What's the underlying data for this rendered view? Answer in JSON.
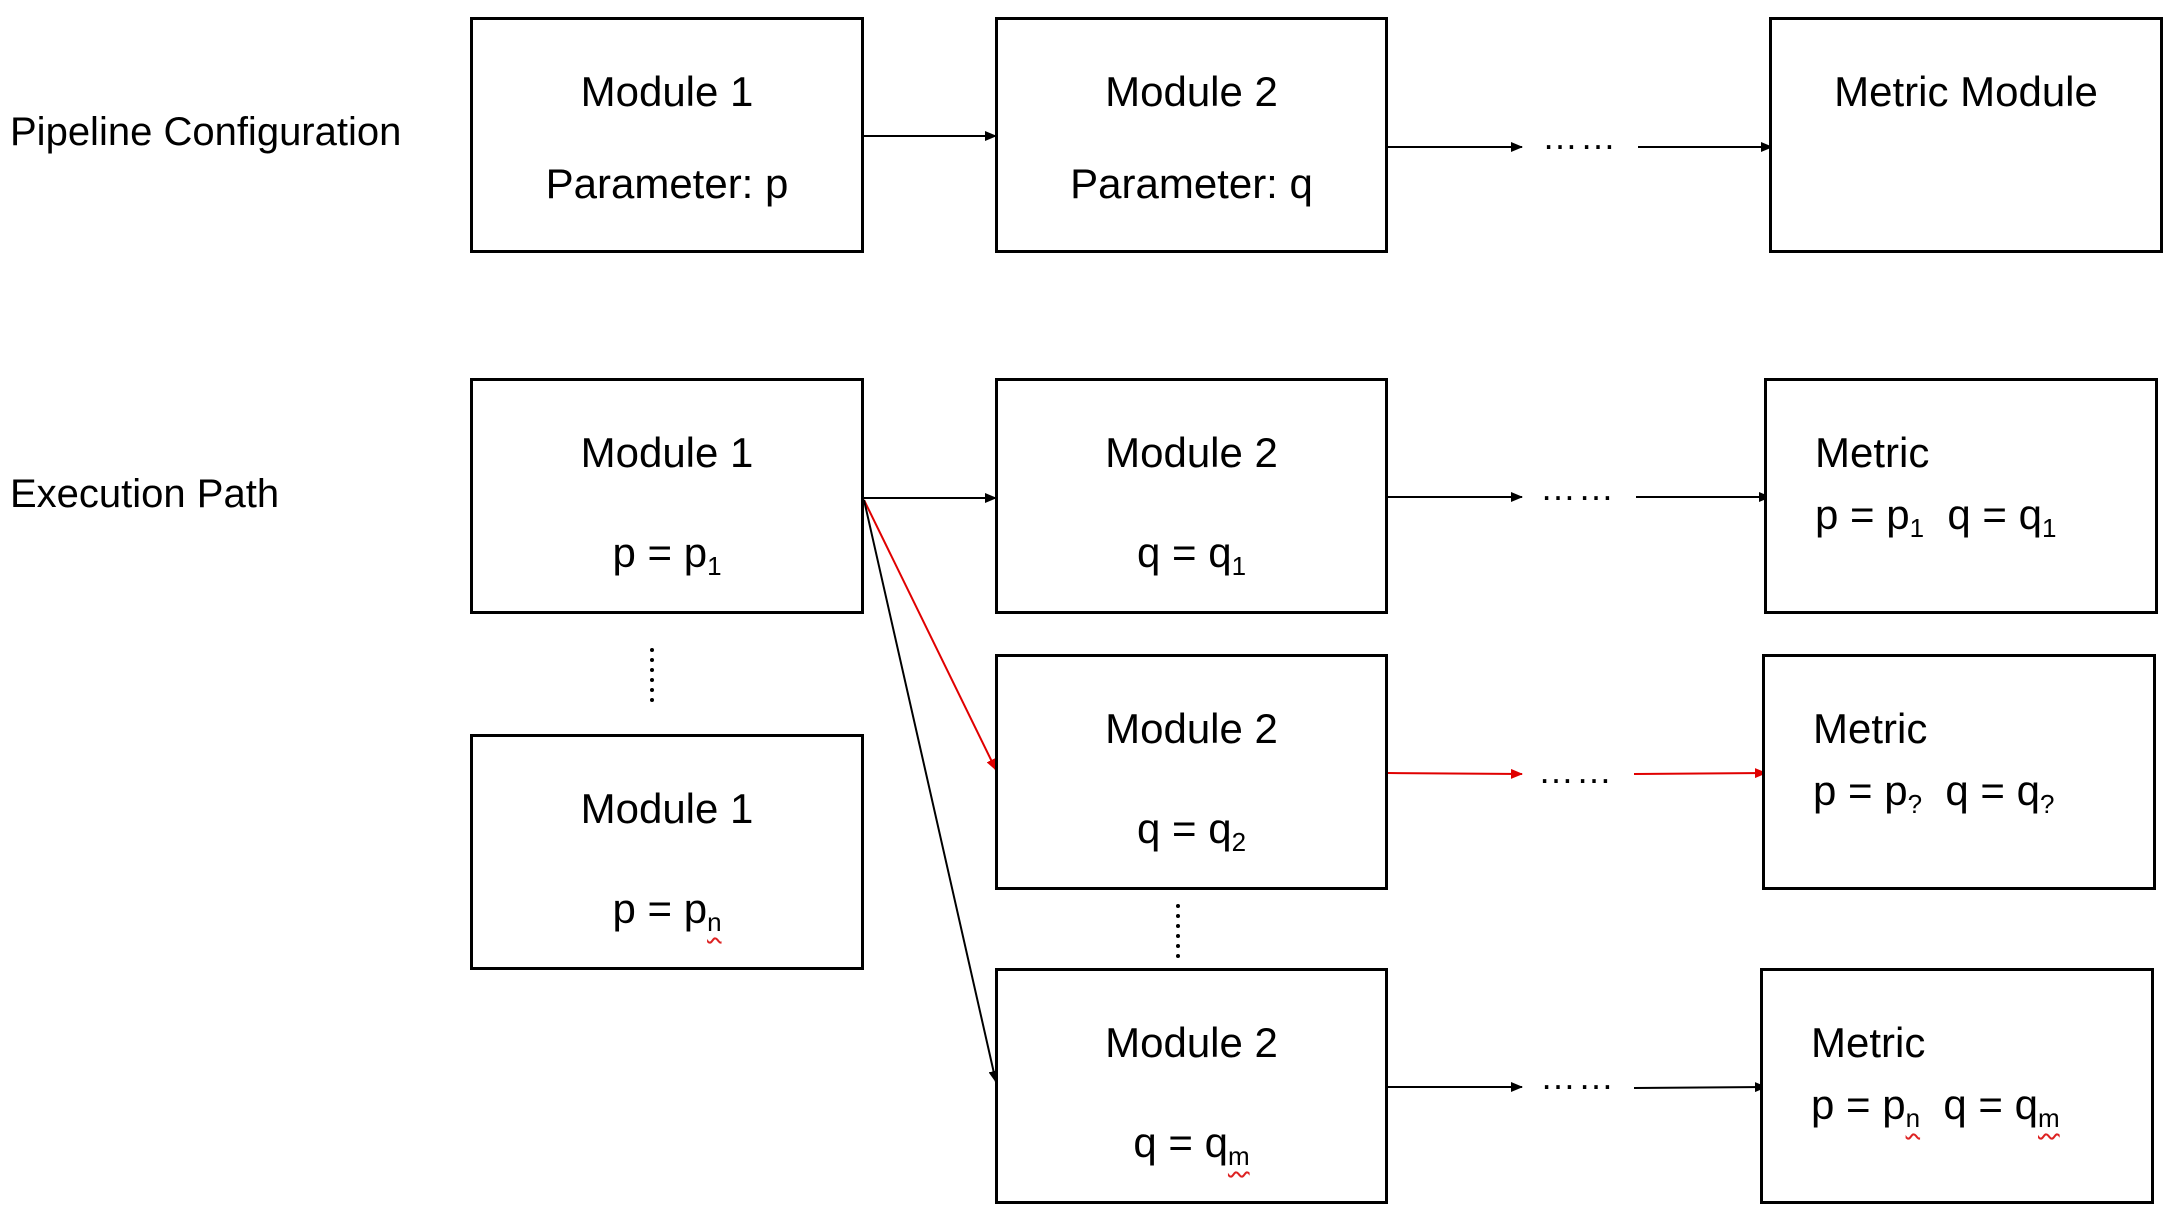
{
  "labels": {
    "pipeline": "Pipeline Configuration",
    "execution": "Execution Path"
  },
  "config": {
    "module1": {
      "title": "Module 1",
      "param": "Parameter: p"
    },
    "module2": {
      "title": "Module 2",
      "param": "Parameter: q"
    },
    "metric": {
      "title": "Metric Module"
    },
    "ellipsis": "……"
  },
  "exec": {
    "m1_top": {
      "title": "Module 1",
      "var": "p = p",
      "sub": "1"
    },
    "m1_bottom": {
      "title": "Module 1",
      "var": "p = p",
      "sub": "n"
    },
    "m2_a": {
      "title": "Module 2",
      "var": "q = q",
      "sub": "1"
    },
    "m2_b": {
      "title": "Module 2",
      "var": "q = q",
      "sub": "2"
    },
    "m2_c": {
      "title": "Module 2",
      "var": "q = q",
      "sub": "m"
    },
    "metric_a": {
      "title": "Metric",
      "p": "p = p",
      "p_sub": "1",
      "q": "q = q",
      "q_sub": "1"
    },
    "metric_b": {
      "title": "Metric",
      "p": "p = p",
      "p_sub": "?",
      "q": "q = q",
      "q_sub": "?"
    },
    "metric_c": {
      "title": "Metric",
      "p": "p = p",
      "p_sub": "n",
      "q": "q = q",
      "q_sub": "m"
    },
    "ellipsis": "……"
  },
  "colors": {
    "line": "#000000",
    "highlight": "#e00000"
  }
}
